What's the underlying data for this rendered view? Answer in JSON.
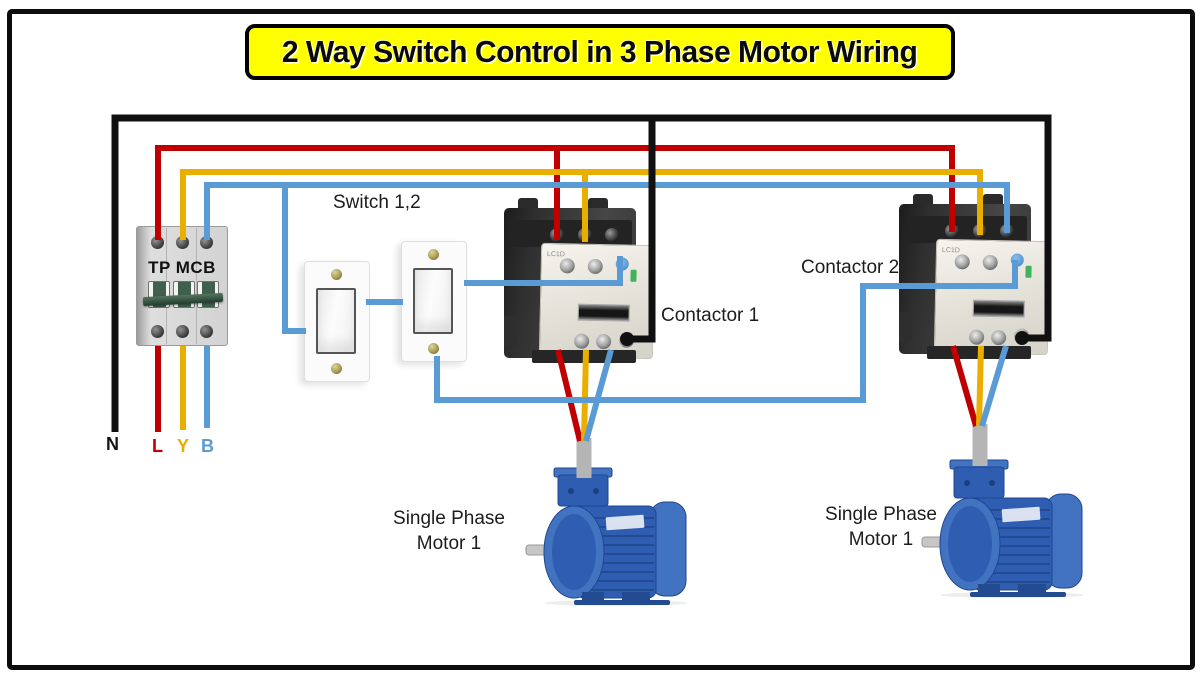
{
  "colors": {
    "wire_black": "#101010",
    "wire_red": "#c00000",
    "wire_yellow": "#e9ae00",
    "wire_blue": "#5b9bd5",
    "cable_gray": "#b5b5b5",
    "title_bg": "#ffff00",
    "motor_blue": "#2e5db1",
    "motor_blue_light": "#4273c0",
    "motor_blue_dark": "#224b92"
  },
  "title": {
    "text": "2 Way Switch Control in 3 Phase Motor Wiring"
  },
  "mcb": {
    "label": "TP MCB"
  },
  "switches": {
    "label": "Switch 1,2"
  },
  "contactors": {
    "contactor1_label": "Contactor 1",
    "contactor2_label": "Contactor 2",
    "panel_marking": "LC1D"
  },
  "motors": {
    "motor1_label_line1": "Single Phase",
    "motor1_label_line2": "Motor 1",
    "motor2_label_line1": "Single Phase",
    "motor2_label_line2": "Motor 1"
  },
  "phase_labels": {
    "neutral": "N",
    "line": "L",
    "yellow": "Y",
    "blue": "B"
  }
}
